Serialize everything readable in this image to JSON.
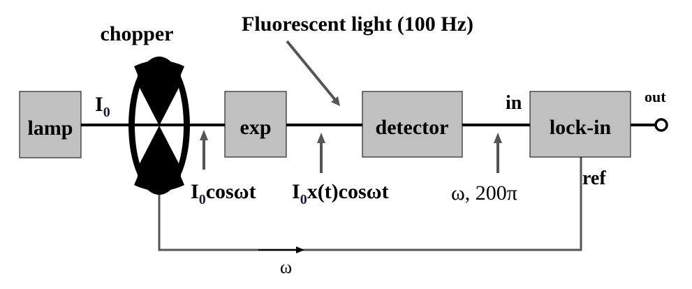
{
  "diagram": {
    "title_annotation": "Fluorescent light (100 Hz)",
    "blocks": [
      {
        "id": "lamp",
        "label": "lamp"
      },
      {
        "id": "exp",
        "label": "exp"
      },
      {
        "id": "detector",
        "label": "detector"
      },
      {
        "id": "lockin",
        "label": "lock-in"
      }
    ],
    "chopper": {
      "label": "chopper"
    },
    "signals": {
      "source": {
        "base": "I",
        "sub": "0",
        "rest": ""
      },
      "chopped": {
        "base": "I",
        "sub": "0",
        "rest": "cosωt"
      },
      "sample": {
        "base": "I",
        "sub": "0",
        "rest": "x(t)cosωt"
      },
      "detector_out": "ω, 200π",
      "reference": "ω"
    },
    "ports": {
      "in": "in",
      "ref": "ref",
      "out": "out"
    },
    "colors": {
      "block_fill": "#c0c0c0",
      "line": "#000000",
      "arrow_gray": "#555555"
    }
  }
}
